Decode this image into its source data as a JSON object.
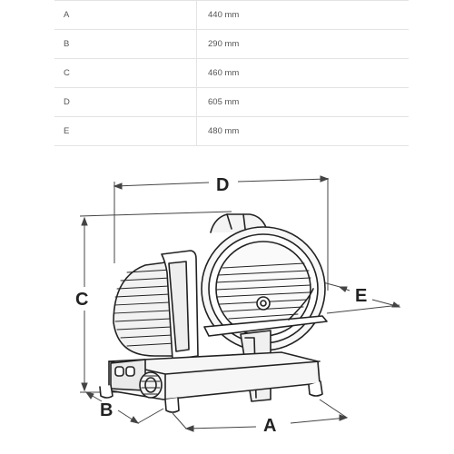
{
  "specs": [
    {
      "key": "A",
      "value": "440 mm"
    },
    {
      "key": "B",
      "value": "290 mm"
    },
    {
      "key": "C",
      "value": "460 mm"
    },
    {
      "key": "D",
      "value": "605 mm"
    },
    {
      "key": "E",
      "value": "480 mm"
    }
  ],
  "diagram": {
    "labels": {
      "A": "A",
      "B": "B",
      "C": "C",
      "D": "D",
      "E": "E"
    }
  }
}
